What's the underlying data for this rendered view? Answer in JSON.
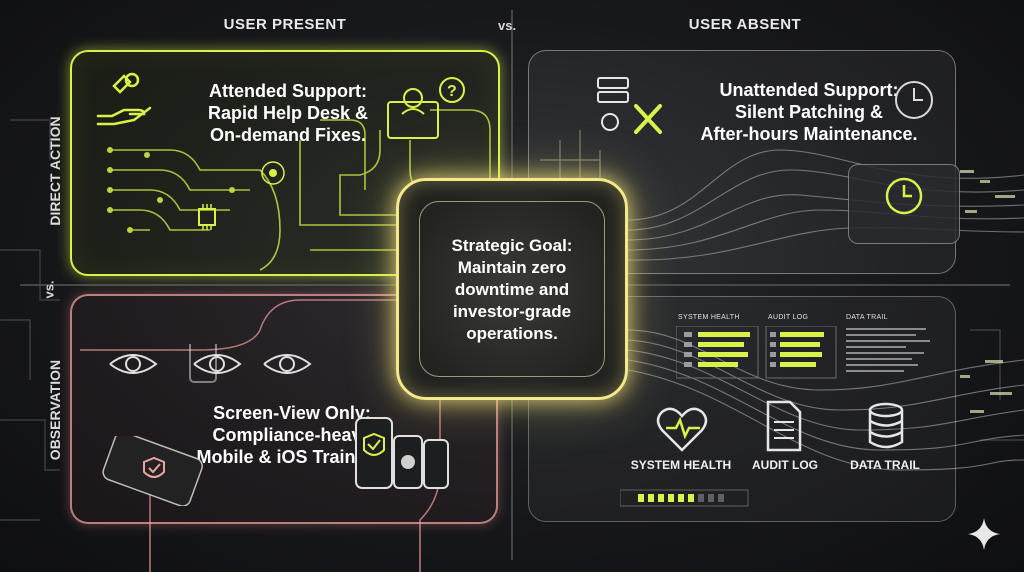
{
  "columns": {
    "left": "USER PRESENT",
    "vs": "vs.",
    "right": "USER ABSENT"
  },
  "rows": {
    "top": "DIRECT ACTION",
    "vs": "vs.",
    "bottom": "OBSERVATION"
  },
  "quadrants": {
    "attended": {
      "lines": [
        "Attended Support:",
        "Rapid Help Desk &",
        "On-demand Fixes."
      ]
    },
    "unattended": {
      "lines": [
        "Unattended Support:",
        "Silent Patching &",
        "After-hours Maintenance."
      ]
    },
    "screenview": {
      "lines": [
        "Screen-View Only:",
        "Compliance-heavy",
        "Mobile & iOS Training."
      ]
    },
    "monitoring": {
      "mini_headers": [
        "SYSTEM HEALTH",
        "AUDIT LOG",
        "DATA TRAIL"
      ],
      "icon_labels": [
        "SYSTEM HEALTH",
        "AUDIT LOG",
        "DATA TRAIL"
      ]
    }
  },
  "center": {
    "lines": [
      "Strategic Goal:",
      "Maintain zero",
      "downtime and",
      "investor-grade",
      "operations."
    ]
  },
  "colors": {
    "accent_green": "#d9f24a",
    "accent_pink": "#f0a0a0",
    "center_glow": "#f3e98a"
  }
}
